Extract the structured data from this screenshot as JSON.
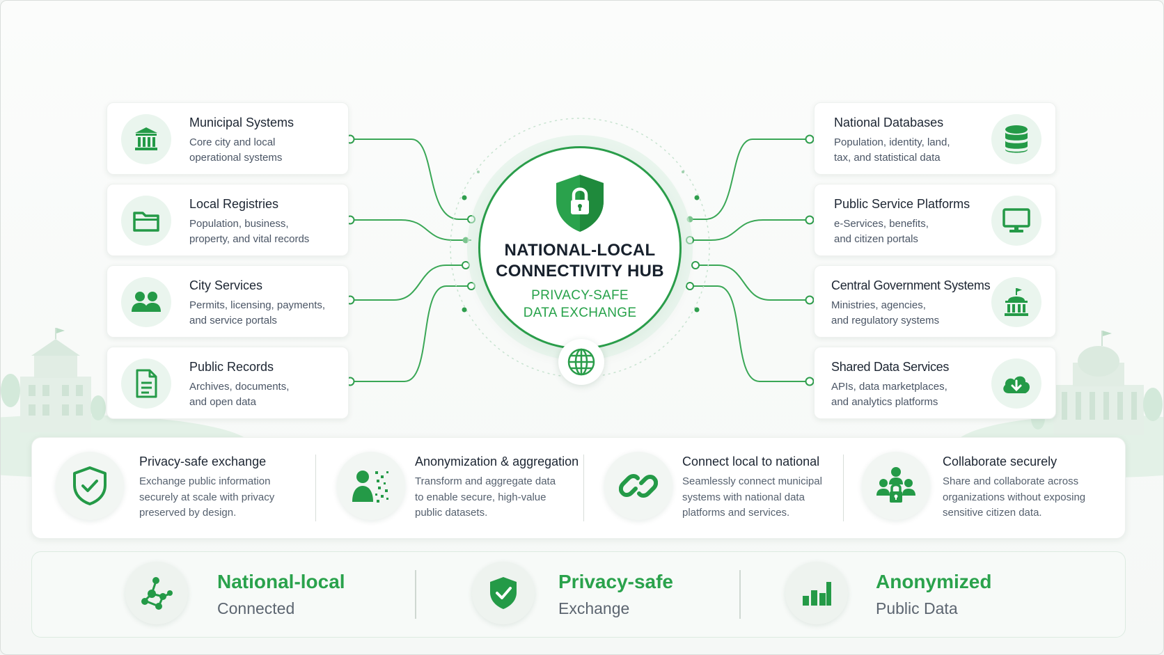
{
  "hub": {
    "title_line1": "NATIONAL-LOCAL",
    "title_line2": "CONNECTIVITY HUB",
    "subtitle_line1": "PRIVACY-SAFE",
    "subtitle_line2": "DATA EXCHANGE"
  },
  "left_nodes": [
    {
      "title": "Municipal Systems",
      "desc_line1": "Core city and local",
      "desc_line2": "operational systems",
      "icon": "municipal-building-icon"
    },
    {
      "title": "Local Registries",
      "desc_line1": "Population, business,",
      "desc_line2": "property, and vital records",
      "icon": "folder-icon"
    },
    {
      "title": "City Services",
      "desc_line1": "Permits, licensing, payments,",
      "desc_line2": "and service portals",
      "icon": "users-icon"
    },
    {
      "title": "Public Records",
      "desc_line1": "Archives, documents,",
      "desc_line2": "and open data",
      "icon": "document-icon"
    }
  ],
  "right_nodes": [
    {
      "title": "National Databases",
      "desc_line1": "Population, identity, land,",
      "desc_line2": "tax, and statistical data",
      "icon": "database-icon"
    },
    {
      "title": "Public Service Platforms",
      "desc_line1": "e-Services, benefits,",
      "desc_line2": "and citizen portals",
      "icon": "monitor-icon"
    },
    {
      "title": "Central Government Systems",
      "desc_line1": "Ministries, agencies,",
      "desc_line2": "and regulatory systems",
      "icon": "government-building-icon"
    },
    {
      "title": "Shared Data Services",
      "desc_line1": "APIs, data marketplaces,",
      "desc_line2": "and analytics platforms",
      "icon": "cloud-download-icon"
    }
  ],
  "features": [
    {
      "title": "Privacy-safe exchange",
      "desc_line1": "Exchange public information",
      "desc_line2": "securely at scale with privacy",
      "desc_line3": "preserved by design.",
      "icon": "shield-check-icon"
    },
    {
      "title": "Anonymization & aggregation",
      "desc_line1": "Transform and aggregate data",
      "desc_line2": "to enable secure, high-value",
      "desc_line3": "public datasets.",
      "icon": "anonymized-person-icon"
    },
    {
      "title": "Connect local to national",
      "desc_line1": "Seamlessly connect municipal",
      "desc_line2": "systems with national data",
      "desc_line3": "platforms and services.",
      "icon": "link-icon"
    },
    {
      "title": "Collaborate securely",
      "desc_line1": "Share and collaborate across",
      "desc_line2": "organizations without exposing",
      "desc_line3": "sensitive citizen data.",
      "icon": "team-lock-icon"
    }
  ],
  "stats": [
    {
      "big": "National-local",
      "small": "Connected",
      "icon": "network-icon"
    },
    {
      "big": "Privacy-safe",
      "small": "Exchange",
      "icon": "shield-check-icon"
    },
    {
      "big": "Anonymized",
      "small": "Public Data",
      "icon": "bar-chart-icon"
    }
  ],
  "colors": {
    "accent": "#2aa24c",
    "accent_dark": "#1f8a3c",
    "icon_bg": "#eaf5ee",
    "text_dark": "#1c2532",
    "text_muted": "#4a5565"
  }
}
